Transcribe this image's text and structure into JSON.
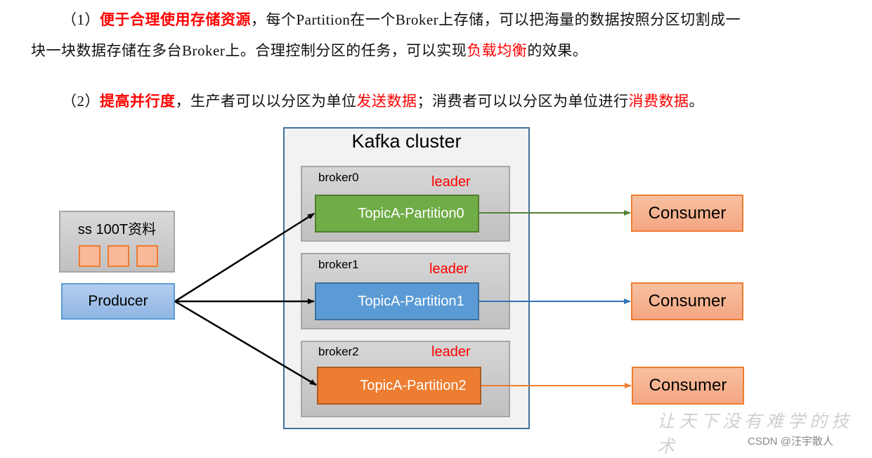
{
  "text": {
    "para1": {
      "prefix": "（1）",
      "highlight": "便于合理使用存储资源",
      "body_line1": "，每个Partition在一个Broker上存储，可以把海量的数据按照分区切割成一",
      "body_line2_a": "块一块数据存储在多台Broker上。合理控制分区的任务，可以实现",
      "highlight2": "负载均衡",
      "body_line2_b": "的效果。"
    },
    "para2": {
      "prefix": "（2）",
      "highlight": "提高并行度",
      "body_a": "，生产者可以以分区为单位",
      "highlight2": "发送数据",
      "body_b": "；消费者可以以分区为单位进行",
      "highlight3": "消费数据",
      "body_c": "。"
    }
  },
  "diagram": {
    "cluster_title": "Kafka cluster",
    "data_source": {
      "label": "ss 100T资料",
      "block_count": 3
    },
    "producer": "Producer",
    "brokers": [
      {
        "name": "broker0",
        "role": "leader",
        "partition": "TopicA-Partition0",
        "color": "#70ad47"
      },
      {
        "name": "broker1",
        "role": "leader",
        "partition": "TopicA-Partition1",
        "color": "#5b9bd5"
      },
      {
        "name": "broker2",
        "role": "leader",
        "partition": "TopicA-Partition2",
        "color": "#ed7d31"
      }
    ],
    "consumers": [
      "Consumer",
      "Consumer",
      "Consumer"
    ],
    "colors": {
      "accent_red": "#ff0000",
      "cluster_border": "#41719c"
    }
  },
  "watermark": {
    "slogan": "让天下没有难学的技术",
    "credit": "CSDN @汪宇散人"
  }
}
